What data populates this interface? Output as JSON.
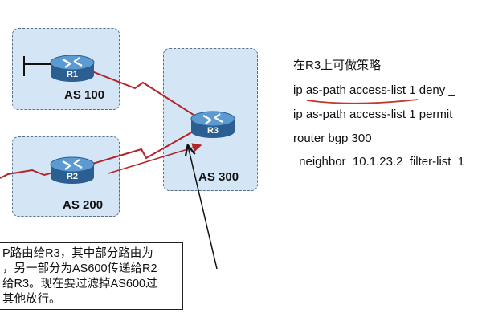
{
  "autonomous_systems": [
    {
      "id": "as100",
      "label": "AS 100"
    },
    {
      "id": "as200",
      "label": "AS 200"
    },
    {
      "id": "as300",
      "label": "AS 300"
    }
  ],
  "routers": [
    {
      "id": "r1",
      "label": "R1"
    },
    {
      "id": "r2",
      "label": "R2"
    },
    {
      "id": "r3",
      "label": "R3"
    }
  ],
  "config": {
    "title": "在R3上可做策略",
    "lines": [
      "ip as-path access-list 1 deny _",
      "ip as-path access-list 1 permit",
      "router bgp 300",
      " neighbor  10.1.23.2  filter-list  1"
    ]
  },
  "note": {
    "lines": [
      "P路由给R3，其中部分路由为",
      "，另一部分为AS600传递给R2",
      "给R3。现在要过滤掉AS600过",
      "其他放行。"
    ]
  },
  "colors": {
    "as_fill": "#d4e6f6",
    "as_border": "#5a6e86",
    "link": "#b4232a",
    "router_body": "#2e6da4",
    "annotation_underline": "#c0392b"
  }
}
